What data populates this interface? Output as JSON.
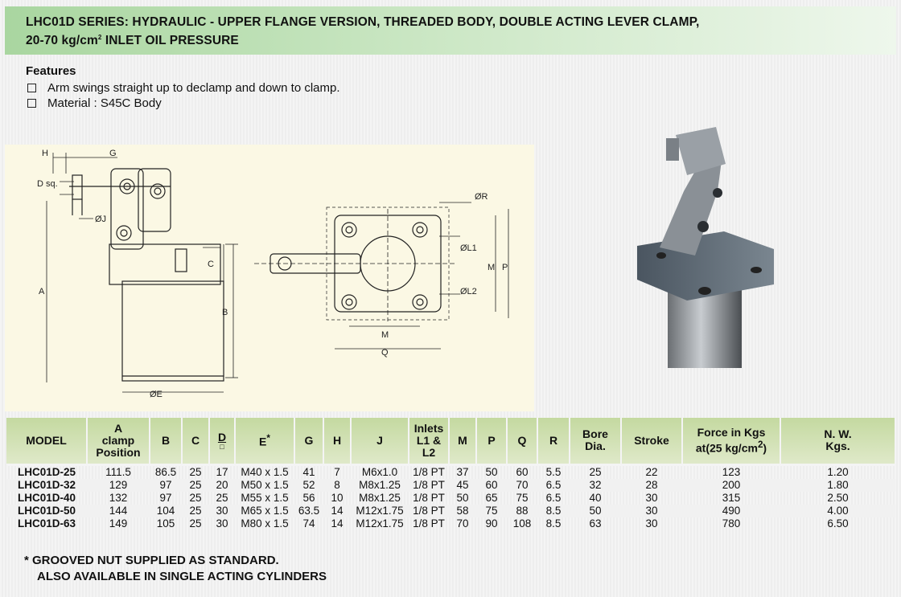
{
  "header": {
    "title_line1": "LHC01D SERIES: HYDRAULIC - UPPER FLANGE VERSION, THREADED BODY, DOUBLE ACTING LEVER CLAMP,",
    "title_line2_pre": "20-70 kg/cm",
    "title_line2_sup": "2",
    "title_line2_post": " INLET OIL PRESSURE"
  },
  "features": {
    "heading": "Features",
    "items": [
      "Arm swings straight up to declamp and down to clamp.",
      "Material : S45C Body"
    ]
  },
  "drawing_labels": {
    "H": "H",
    "G": "G",
    "Dsq": "D sq.",
    "J": "ØJ",
    "A": "A",
    "C": "C",
    "B": "B",
    "E": "ØE",
    "R": "ØR",
    "L1": "ØL1",
    "L2": "ØL2",
    "M": "M",
    "P": "P",
    "Q": "Q"
  },
  "table": {
    "headers": {
      "model": "MODEL",
      "a1": "A",
      "a2": "clamp",
      "a3": "Position",
      "b": "B",
      "c": "C",
      "d": "D",
      "d_sq": "□",
      "e": "E",
      "e_star": "*",
      "g": "G",
      "h": "H",
      "j": "J",
      "inl1": "Inlets",
      "inl2": "L1 &",
      "inl3": "L2",
      "m": "M",
      "p": "P",
      "q": "Q",
      "r": "R",
      "bore1": "Bore",
      "bore2": "Dia.",
      "stroke": "Stroke",
      "force1": "Force in Kgs",
      "force2_pre": "at(25 kg/cm",
      "force2_sup": "2",
      "force2_post": ")",
      "nw1": "N. W.",
      "nw2": "Kgs."
    },
    "rows": [
      [
        "LHC01D-25",
        "111.5",
        "86.5",
        "25",
        "17",
        "M40 x 1.5",
        "41",
        "7",
        "M6x1.0",
        "1/8 PT",
        "37",
        "50",
        "60",
        "5.5",
        "25",
        "22",
        "123",
        "1.20"
      ],
      [
        "LHC01D-32",
        "129",
        "97",
        "25",
        "20",
        "M50 x 1.5",
        "52",
        "8",
        "M8x1.25",
        "1/8 PT",
        "45",
        "60",
        "70",
        "6.5",
        "32",
        "28",
        "200",
        "1.80"
      ],
      [
        "LHC01D-40",
        "132",
        "97",
        "25",
        "25",
        "M55 x 1.5",
        "56",
        "10",
        "M8x1.25",
        "1/8 PT",
        "50",
        "65",
        "75",
        "6.5",
        "40",
        "30",
        "315",
        "2.50"
      ],
      [
        "LHC01D-50",
        "144",
        "104",
        "25",
        "30",
        "M65 x 1.5",
        "63.5",
        "14",
        "M12x1.75",
        "1/8 PT",
        "58",
        "75",
        "88",
        "8.5",
        "50",
        "30",
        "490",
        "4.00"
      ],
      [
        "LHC01D-63",
        "149",
        "105",
        "25",
        "30",
        "M80 x 1.5",
        "74",
        "14",
        "M12x1.75",
        "1/8 PT",
        "70",
        "90",
        "108",
        "8.5",
        "63",
        "30",
        "780",
        "6.50"
      ]
    ]
  },
  "footnote": {
    "line1": "* GROOVED NUT SUPPLIED AS STANDARD.",
    "line2": "ALSO AVAILABLE IN SINGLE ACTING CYLINDERS"
  }
}
